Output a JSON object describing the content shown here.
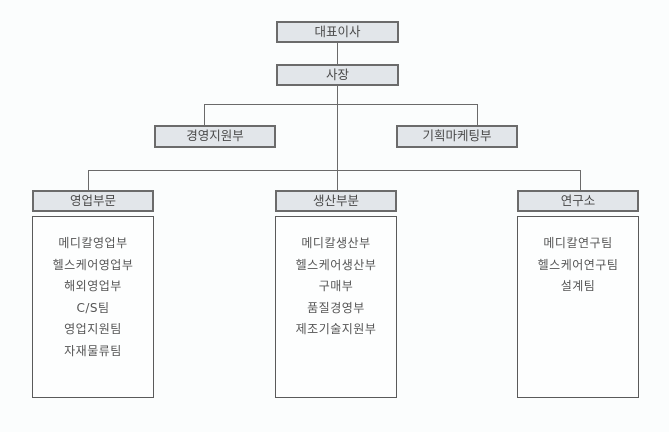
{
  "chart_data": {
    "type": "org-chart",
    "root": "대표이사",
    "level1": "사장",
    "staff": [
      "경영지원부",
      "기획마케팅부"
    ],
    "divisions": [
      {
        "name": "영업부문",
        "units": [
          "메디칼영업부",
          "헬스케어영업부",
          "해외영업부",
          "C/S팀",
          "영업지원팀",
          "자재물류팀"
        ]
      },
      {
        "name": "생산부분",
        "units": [
          "메디칼생산부",
          "헬스케어생산부",
          "구매부",
          "품질경영부",
          "제조기술지원부"
        ]
      },
      {
        "name": "연구소",
        "units": [
          "메디칼연구팀",
          "헬스케어연구팀",
          "설계팀"
        ]
      }
    ]
  },
  "org": {
    "ceo": "대표이사",
    "president": "사장",
    "staff": [
      {
        "label": "경영지원부"
      },
      {
        "label": "기획마케팅부"
      }
    ],
    "divisions": [
      {
        "label": "영업부문",
        "units": [
          "메디칼영업부",
          "헬스케어영업부",
          "해외영업부",
          "C/S팀",
          "영업지원팀",
          "자재물류팀"
        ]
      },
      {
        "label": "생산부분",
        "units": [
          "메디칼생산부",
          "헬스케어생산부",
          "구매부",
          "품질경영부",
          "제조기술지원부"
        ]
      },
      {
        "label": "연구소",
        "units": [
          "메디칼연구팀",
          "헬스케어연구팀",
          "설계팀"
        ]
      }
    ]
  }
}
